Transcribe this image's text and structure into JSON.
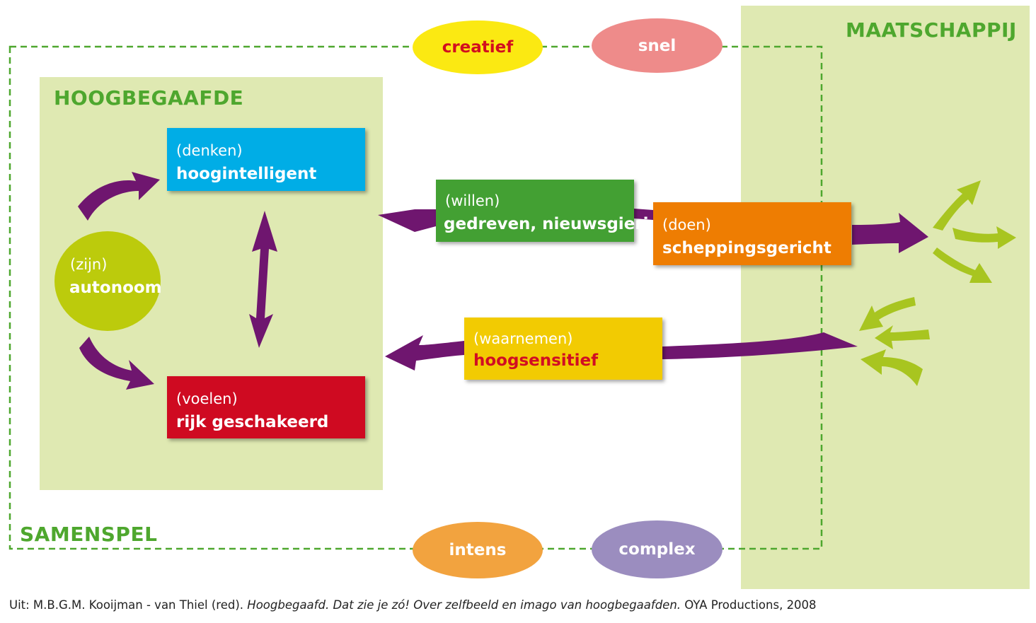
{
  "groups": {
    "hoogbegaafde": "HOOGBEGAAFDE",
    "maatschappij": "MAATSCHAPPIJ",
    "samenspel": "SAMENSPEL"
  },
  "nodes": {
    "denken": {
      "sub": "(denken)",
      "main": "hoogintelligent",
      "color": "#00ade6"
    },
    "voelen": {
      "sub": "(voelen)",
      "main": "rijk geschakeerd",
      "color": "#cf0a21"
    },
    "zijn": {
      "sub": "(zijn)",
      "main": "autonoom",
      "color": "#bccb0c"
    },
    "willen": {
      "sub": "(willen)",
      "main": "gedreven, nieuwsgierig",
      "color": "#43a033"
    },
    "doen": {
      "sub": "(doen)",
      "main": "scheppingsgericht",
      "color": "#ee7d02"
    },
    "waarnemen": {
      "sub": "(waarnemen)",
      "main": "hoogsensitief",
      "color": "#f2cb02",
      "main_color": "#d10d23"
    }
  },
  "traits": {
    "creatief": {
      "label": "creatief",
      "color": "#fbe912",
      "text_color": "#d20e1f"
    },
    "snel": {
      "label": "snel",
      "color": "#ee8b8a",
      "text_color": "#ffffff"
    },
    "intens": {
      "label": "intens",
      "color": "#f2a33f",
      "text_color": "#ffffff"
    },
    "complex": {
      "label": "complex",
      "color": "#9b8dbf",
      "text_color": "#ffffff"
    }
  },
  "colors": {
    "panel": "#dfe9b2",
    "arrow": "#6f166f",
    "light_arrow": "#a8c520",
    "dashed_line": "#4ea72e",
    "title": "#4ea72e"
  },
  "caption": {
    "prefix": "Uit: M.B.G.M. Kooijman - van Thiel (red). ",
    "title": "Hoogbegaafd. Dat zie je zó! Over zelfbeeld en imago van hoogbegaafden.",
    "suffix": " OYA Productions, 2008"
  }
}
